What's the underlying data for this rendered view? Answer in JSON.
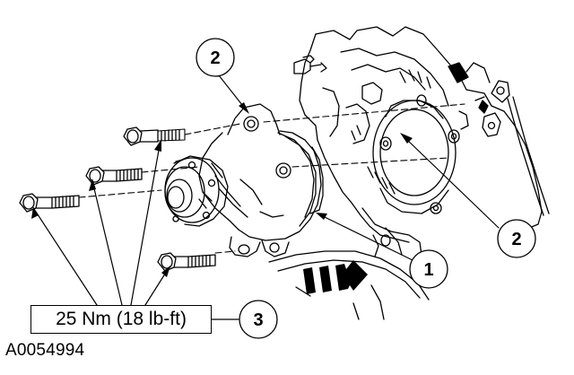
{
  "callouts": {
    "pump_upper_label": "2",
    "housing_right_label": "2",
    "pump_body_label": "1",
    "bolt_group_label": "3"
  },
  "torque_spec": "25 Nm (18 lb-ft)",
  "figure_id": "A0054994",
  "colors": {
    "ink": "#000000",
    "paper": "#ffffff"
  }
}
